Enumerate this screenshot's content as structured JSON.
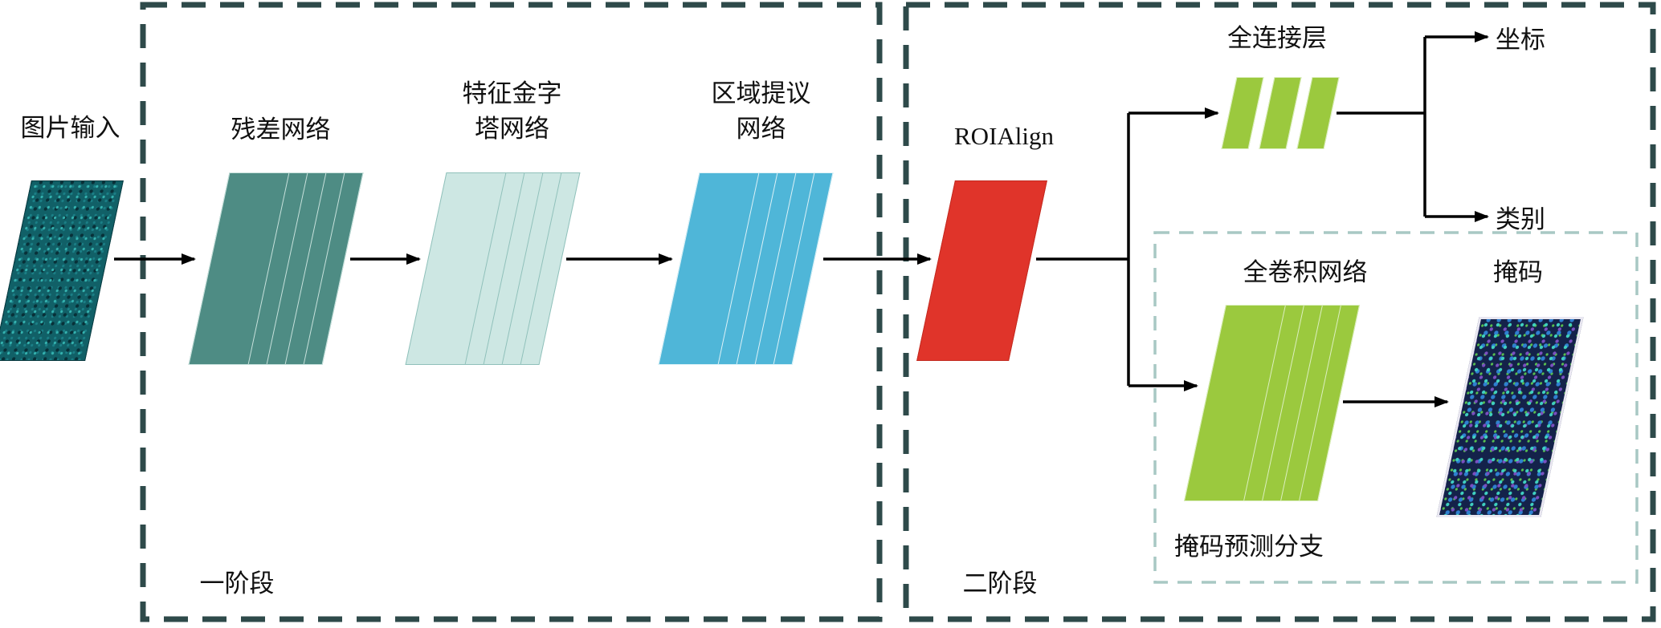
{
  "diagram": {
    "input_label": "图片输入",
    "stage1": {
      "label": "一阶段",
      "residual_label": "残差网络",
      "fpn_label_line1": "特征金字",
      "fpn_label_line2": "塔网络",
      "rpn_label_line1": "区域提议",
      "rpn_label_line2": "网络"
    },
    "stage2": {
      "label": "二阶段",
      "roialign_label": "ROIAlign",
      "fc_label": "全连接层",
      "coord_label": "坐标",
      "class_label": "类别",
      "mask_branch": {
        "fcn_label": "全卷积网络",
        "mask_label": "掩码",
        "branch_label": "掩码预测分支"
      }
    },
    "colors": {
      "stage_border": "#2e4a4a",
      "inner_border": "#a8c8c4",
      "residual_fill": "#4e8c84",
      "residual_edge": "#c9e2dd",
      "fpn_fill": "#cde7e3",
      "fpn_edge": "#8fc0ba",
      "rpn_fill": "#4fb6d8",
      "rpn_edge": "#dff2f7",
      "roialign_fill": "#e0342a",
      "green_fill": "#9bc93e",
      "green_edge": "#ddefc2",
      "arrow": "#000000"
    }
  }
}
